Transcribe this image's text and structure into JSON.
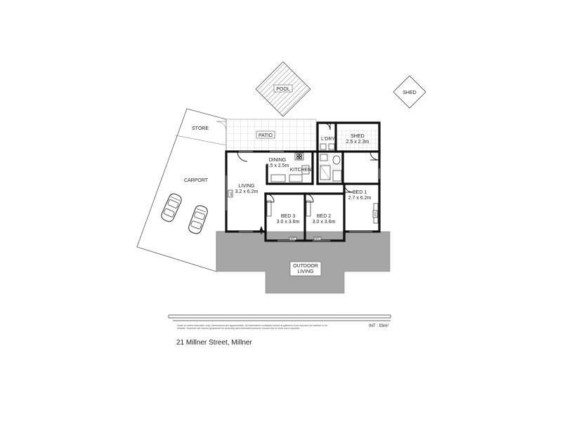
{
  "plan": {
    "rooms": {
      "pool": "POOL",
      "shed_outside": "SHED",
      "store": "STORE",
      "patio": "PATIO",
      "laundry": "L'DRY",
      "shed_name": "SHED",
      "shed_size": "2.5 x 2.3m",
      "carport": "CARPORT",
      "dining_name": "DINING",
      "dining_size": "2.5 x 2.5m",
      "kitchen": "KITCHEN",
      "living_name": "LIVING",
      "living_size": "3.2 x 6.2m",
      "bed1_name": "BED 1",
      "bed1_size": "2.7 x 6.2m",
      "bed2_name": "BED 2",
      "bed2_size": "3.0 x 3.6m",
      "bed3_name": "BED 3",
      "bed3_size": "3.0 x 3.6m",
      "outdoor_name": "OUTDOOR",
      "outdoor_sub": "LIVING"
    },
    "fixture_labels": {
      "ac_living": "A/C",
      "ac_bed3": "A/C",
      "ac_bed2": "A/C",
      "ac_bed1": "A/C"
    },
    "colors": {
      "outdoor_fill": "#a6a6a6",
      "patio_grid": "#bbbbbb",
      "walls": "#111111"
    }
  },
  "footer": {
    "disclaimer": "Scale is metric indication only. Dimensions are approximate. All information contained herein is gathered from sources we believe to be reliable. However we cannot guarantee its accuracy and interested persons should rely on their own enquiries.",
    "area": "INT : 93m²",
    "address": "21 Millner Street, Millner"
  }
}
